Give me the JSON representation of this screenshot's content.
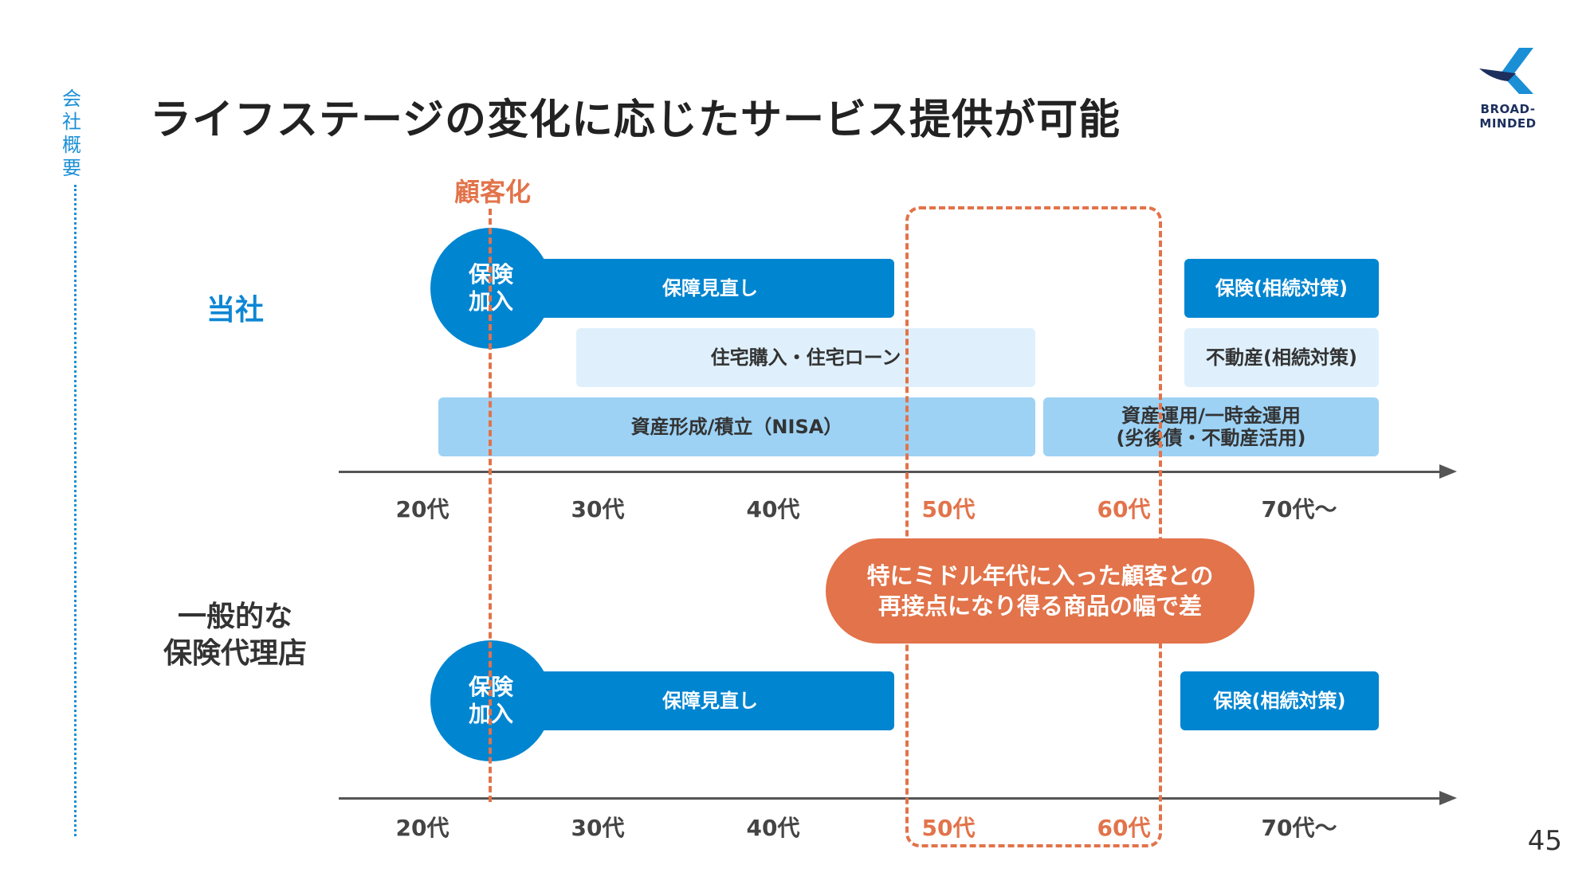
{
  "side_label": "会社概要",
  "title": "ライフステージの変化に応じたサービス提供が可能",
  "logo": {
    "text": "BROAD-MINDED",
    "color": "#1c2f5e"
  },
  "kokyaku_label": "顧客化",
  "row1": {
    "label": "当社",
    "circle": "保険\n加入",
    "bars": {
      "hosho": "保障見直し",
      "hoken_sozoku": "保険(相続対策)",
      "jutaku": "住宅購入・住宅ローン",
      "fudosan_sozoku": "不動産(相続対策)",
      "shisan_keisei": "資産形成/積立（NISA）",
      "shisan_unyo": "資産運用/一時金運用\n(劣後債・不動産活用)"
    },
    "ticks": [
      "20代",
      "30代",
      "40代",
      "50代",
      "60代",
      "70代〜"
    ]
  },
  "row2": {
    "label": "一般的な\n保険代理店",
    "circle": "保険\n加入",
    "bars": {
      "hosho": "保障見直し",
      "hoken_sozoku": "保険(相続対策)"
    },
    "ticks": [
      "20代",
      "30代",
      "40代",
      "50代",
      "60代",
      "70代〜"
    ]
  },
  "callout": "特にミドル年代に入った顧客との\n再接点になり得る商品の幅で差",
  "page_number": "45",
  "colors": {
    "accent_blue": "#0085d1",
    "light_blue": "#9dd2f5",
    "pale_blue": "#dff0fc",
    "orange": "#e2734a"
  }
}
